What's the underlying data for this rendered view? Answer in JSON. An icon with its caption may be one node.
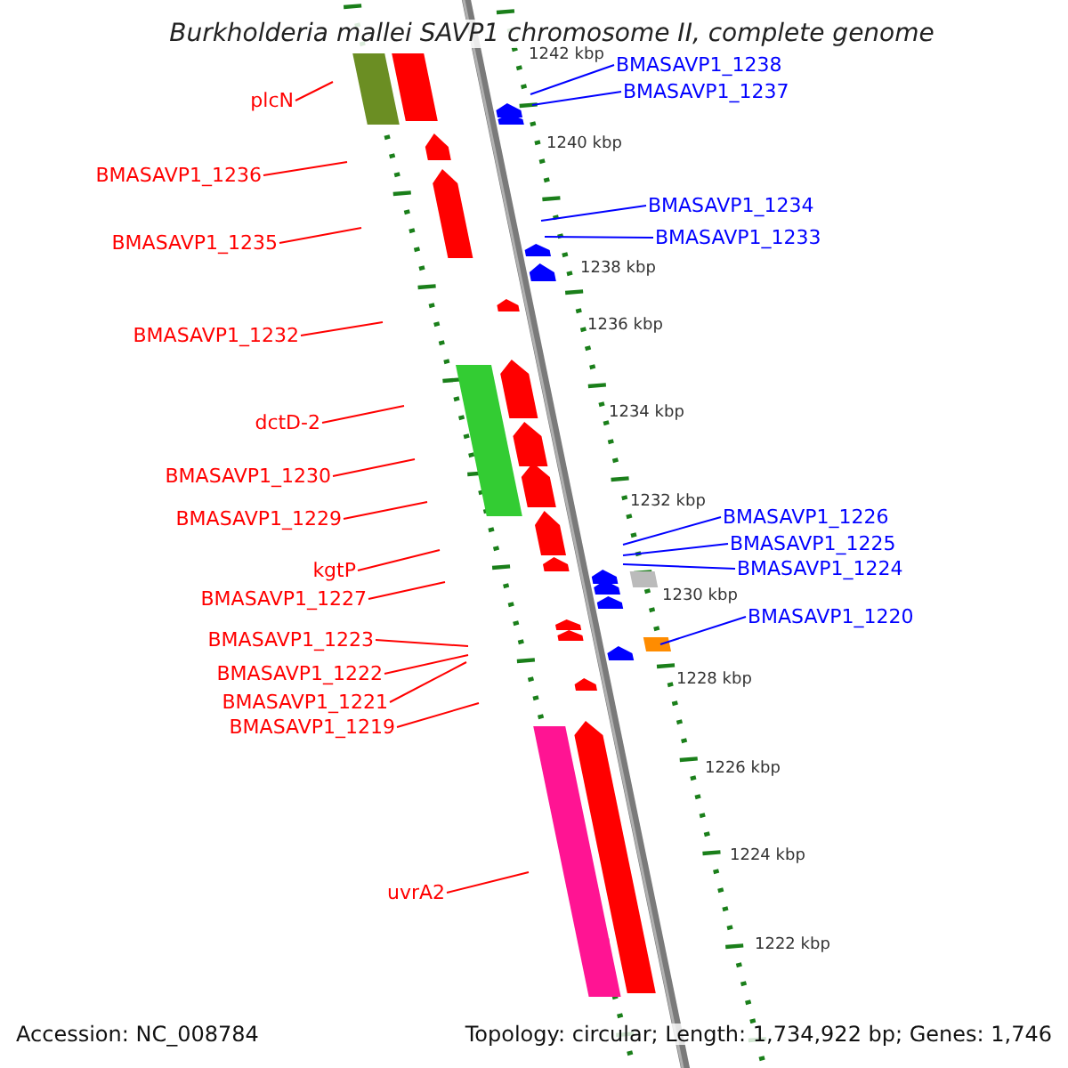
{
  "diagram": {
    "title": "Burkholderia mallei SAVP1 chromosome II, complete genome",
    "nodes": [
      {
        "text": [
          "plcN"
        ]
      },
      {
        "text": [
          "BMASAVP1_1236"
        ]
      },
      {
        "text": [
          "BMASAVP1_1235"
        ]
      },
      {
        "text": [
          "BMASAVP1_1232"
        ]
      },
      {
        "text": [
          "dctD-2"
        ]
      },
      {
        "text": [
          "BMASAVP1_1230"
        ]
      },
      {
        "text": [
          "BMASAVP1_1229"
        ]
      },
      {
        "text": [
          "kgtP"
        ]
      },
      {
        "text": [
          "BMASAVP1_1227"
        ]
      },
      {
        "text": [
          "BMASAVP1_1223"
        ]
      },
      {
        "text": [
          "BMASAVP1_1222"
        ]
      },
      {
        "text": [
          "BMASAVP1_1221"
        ]
      },
      {
        "text": [
          "BMASAVP1_1219"
        ]
      },
      {
        "text": [
          "uvrA2"
        ]
      },
      {
        "text": [
          "BMASAVP1_1238"
        ]
      },
      {
        "text": [
          "BMASAVP1_1237"
        ]
      },
      {
        "text": [
          "BMASAVP1_1234"
        ]
      },
      {
        "text": [
          "BMASAVP1_1233"
        ]
      },
      {
        "text": [
          "BMASAVP1_1226"
        ]
      },
      {
        "text": [
          "BMASAVP1_1225"
        ]
      },
      {
        "text": [
          "BMASAVP1_1224"
        ]
      },
      {
        "text": [
          "BMASAVP1_1220"
        ]
      }
    ],
    "edges": [
      {
        "from": 0,
        "to": null,
        "arrow": "none"
      },
      {
        "from": 1,
        "to": null,
        "arrow": "none"
      },
      {
        "from": 2,
        "to": null,
        "arrow": "none"
      },
      {
        "from": 3,
        "to": null,
        "arrow": "none"
      },
      {
        "from": 4,
        "to": null,
        "arrow": "none"
      },
      {
        "from": 5,
        "to": null,
        "arrow": "none"
      },
      {
        "from": 6,
        "to": null,
        "arrow": "none"
      },
      {
        "from": 7,
        "to": null,
        "arrow": "none"
      },
      {
        "from": 8,
        "to": null,
        "arrow": "none"
      },
      {
        "from": 9,
        "to": null,
        "arrow": "none"
      },
      {
        "from": 10,
        "to": null,
        "arrow": "none"
      },
      {
        "from": 11,
        "to": null,
        "arrow": "none"
      },
      {
        "from": 12,
        "to": null,
        "arrow": "none"
      },
      {
        "from": 13,
        "to": null,
        "arrow": "none"
      },
      {
        "from": 14,
        "to": null,
        "arrow": "none",
        "color": "#0000ff"
      },
      {
        "from": 15,
        "to": null,
        "arrow": "none",
        "color": "#0000ff"
      },
      {
        "from": 16,
        "to": null,
        "arrow": "none",
        "color": "#0000ff"
      },
      {
        "from": 17,
        "to": null,
        "arrow": "none",
        "color": "#0000ff"
      },
      {
        "from": 18,
        "to": null,
        "arrow": "none",
        "color": "#0000ff"
      },
      {
        "from": 19,
        "to": null,
        "arrow": "none",
        "color": "#0000ff"
      },
      {
        "from": 20,
        "to": null,
        "arrow": "none",
        "color": "#0000ff"
      },
      {
        "from": 21,
        "to": null,
        "arrow": "none",
        "color": "#0000ff"
      }
    ],
    "labels": [
      "1242 kbp",
      "1240 kbp",
      "1238 kbp",
      "1236 kbp",
      "1234 kbp",
      "1232 kbp",
      "1230 kbp",
      "1228 kbp",
      "1226 kbp",
      "1224 kbp",
      "1222 kbp",
      "Accession: NC_008784",
      "Topology: circular; Length: 1,734,922 bp; Genes: 1,746"
    ]
  }
}
